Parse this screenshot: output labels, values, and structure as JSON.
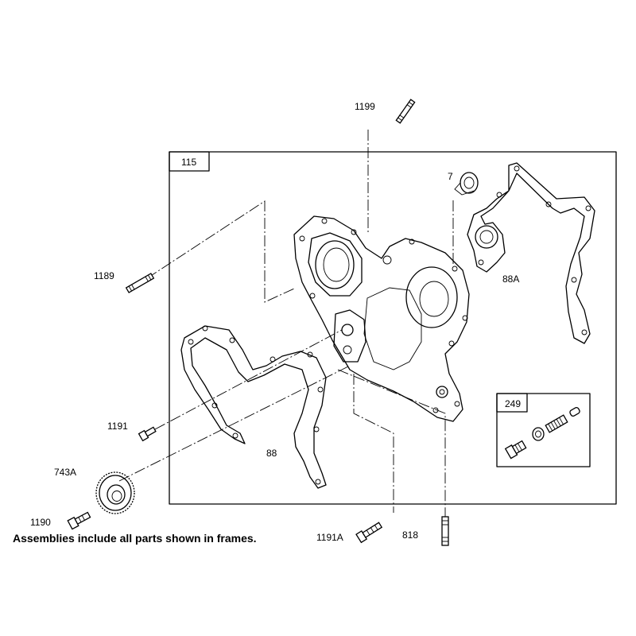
{
  "frames": {
    "main": "115",
    "sub": "249"
  },
  "labels": {
    "p1199": "1199",
    "p7": "7",
    "p88A": "88A",
    "p1189": "1189",
    "p1191": "1191",
    "p88": "88",
    "p743A": "743A",
    "p1190": "1190",
    "p1191A": "1191A",
    "p818": "818"
  },
  "note": "Assemblies include all parts shown in frames."
}
